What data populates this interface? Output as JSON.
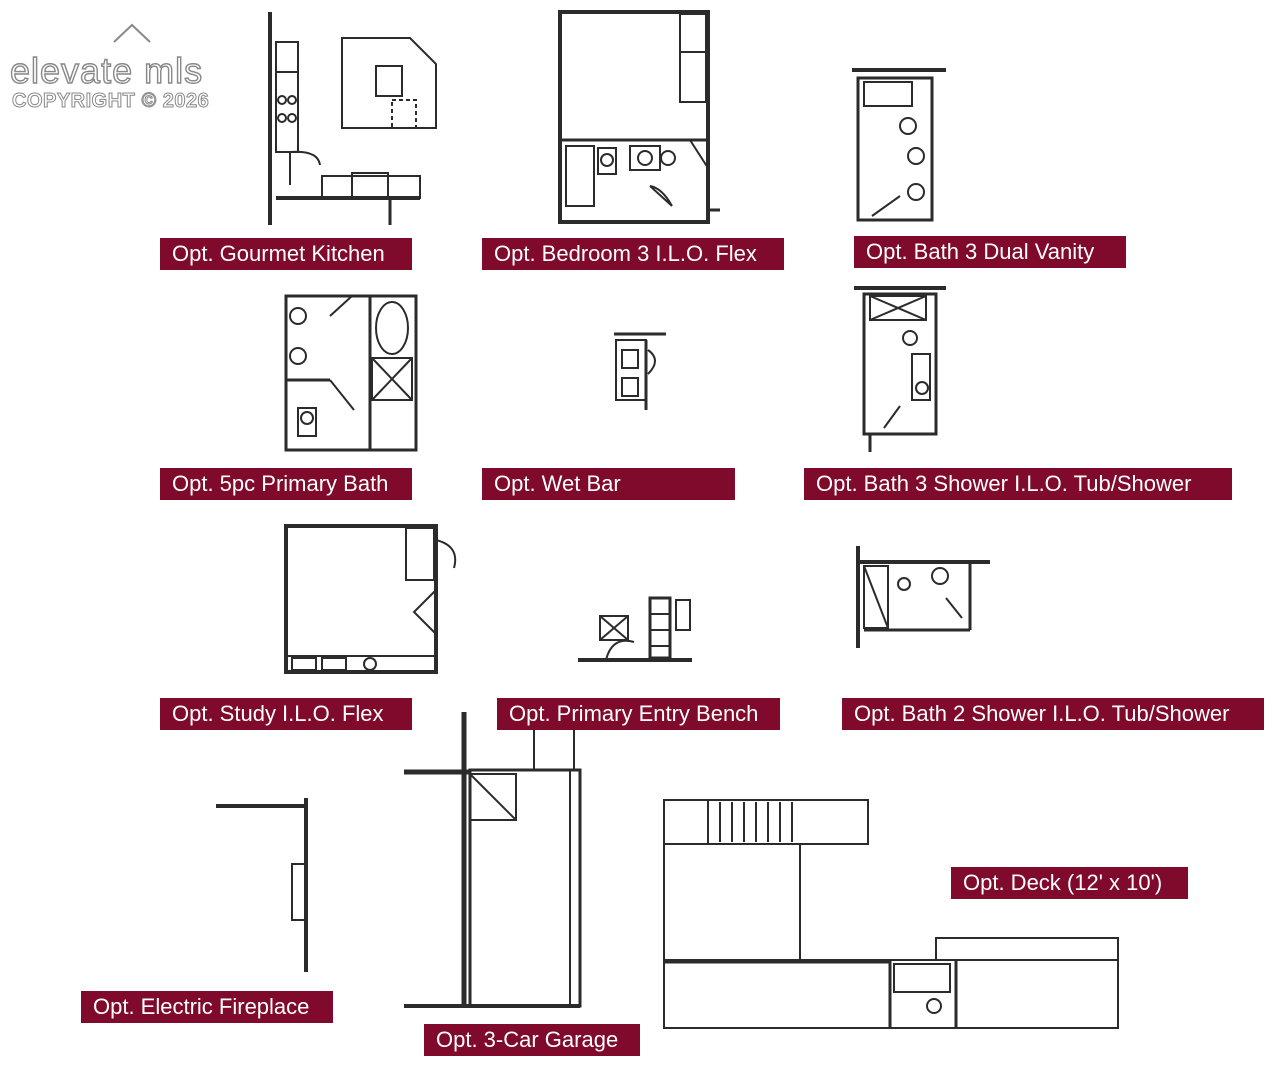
{
  "watermark": {
    "brand": "elevate mls",
    "copyright": "COPYRIGHT © 2026"
  },
  "colors": {
    "label_bg": "#7f0a2b",
    "label_text": "#ffffff",
    "wall": "#2b2b2b"
  },
  "options": {
    "gourmet_kitchen": "Opt. Gourmet Kitchen",
    "bedroom3": "Opt. Bedroom 3 I.L.O. Flex",
    "bath3_dual_vanity": "Opt. Bath 3 Dual Vanity",
    "primary_bath": "Opt. 5pc Primary Bath",
    "wet_bar": "Opt. Wet Bar",
    "bath3_shower": "Opt. Bath 3 Shower I.L.O. Tub/Shower",
    "study": "Opt. Study I.L.O. Flex",
    "entry_bench": "Opt. Primary Entry Bench",
    "bath2_shower": "Opt. Bath 2 Shower I.L.O. Tub/Shower",
    "deck": "Opt. Deck (12' x 10')",
    "fireplace": "Opt. Electric Fireplace",
    "garage": "Opt. 3-Car Garage"
  }
}
